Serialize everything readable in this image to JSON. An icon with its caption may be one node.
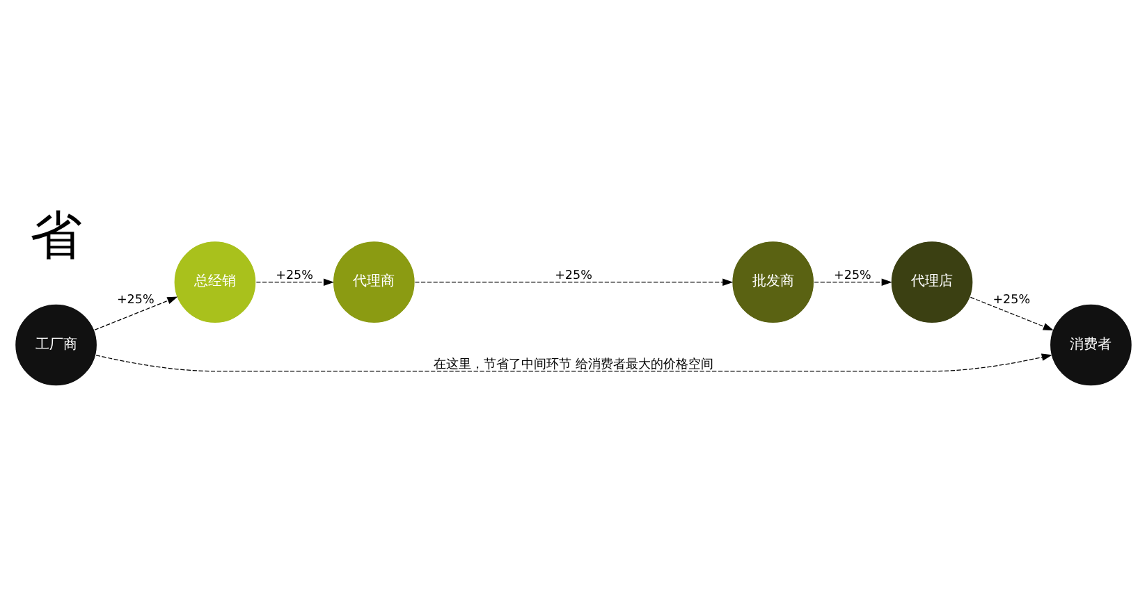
{
  "diagram": {
    "nodes": [
      {
        "text": [
          "工厂商"
        ]
      },
      {
        "text": [
          "总经销"
        ]
      },
      {
        "text": [
          "代理商"
        ]
      },
      {
        "text": [
          "批发商"
        ]
      },
      {
        "text": [
          "代理店"
        ]
      },
      {
        "text": [
          "消费者"
        ]
      }
    ],
    "edges": [
      {
        "from": 0,
        "to": 1,
        "arrow": "to",
        "label": "+25%",
        "style": "dashed"
      },
      {
        "from": 1,
        "to": 2,
        "arrow": "to",
        "label": "+25%",
        "style": "dashed"
      },
      {
        "from": 2,
        "to": 3,
        "arrow": "to",
        "label": "+25%",
        "style": "dashed"
      },
      {
        "from": 3,
        "to": 4,
        "arrow": "to",
        "label": "+25%",
        "style": "dashed"
      },
      {
        "from": 4,
        "to": 5,
        "arrow": "to",
        "label": "+25%",
        "style": "dashed"
      },
      {
        "from": 0,
        "to": 5,
        "arrow": "to",
        "label": "在这里，节省了中间环节 给消费者最大的价格空间",
        "style": "dashed"
      }
    ],
    "labels": [
      "省"
    ]
  }
}
